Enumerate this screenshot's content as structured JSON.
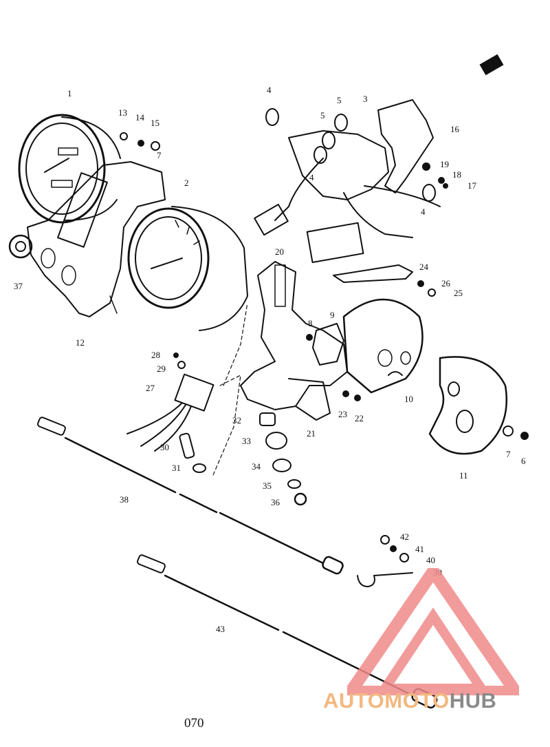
{
  "diagram": {
    "page_number": "070",
    "parts": [
      {
        "id": "p1",
        "text": "1"
      },
      {
        "id": "p2",
        "text": "2"
      },
      {
        "id": "p3",
        "text": "3"
      },
      {
        "id": "p4a",
        "text": "4"
      },
      {
        "id": "p4b",
        "text": "4"
      },
      {
        "id": "p4c",
        "text": "4"
      },
      {
        "id": "p5a",
        "text": "5"
      },
      {
        "id": "p5b",
        "text": "5"
      },
      {
        "id": "p6",
        "text": "6"
      },
      {
        "id": "p7a",
        "text": "7"
      },
      {
        "id": "p7b",
        "text": "7"
      },
      {
        "id": "p8",
        "text": "8"
      },
      {
        "id": "p9",
        "text": "9"
      },
      {
        "id": "p10",
        "text": "10"
      },
      {
        "id": "p11",
        "text": "11"
      },
      {
        "id": "p12",
        "text": "12"
      },
      {
        "id": "p13",
        "text": "13"
      },
      {
        "id": "p14",
        "text": "14"
      },
      {
        "id": "p15",
        "text": "15"
      },
      {
        "id": "p16",
        "text": "16"
      },
      {
        "id": "p17",
        "text": "17"
      },
      {
        "id": "p18",
        "text": "18"
      },
      {
        "id": "p19",
        "text": "19"
      },
      {
        "id": "p20",
        "text": "20"
      },
      {
        "id": "p21",
        "text": "21"
      },
      {
        "id": "p22",
        "text": "22"
      },
      {
        "id": "p23",
        "text": "23"
      },
      {
        "id": "p24",
        "text": "24"
      },
      {
        "id": "p25",
        "text": "25"
      },
      {
        "id": "p26",
        "text": "26"
      },
      {
        "id": "p27",
        "text": "27"
      },
      {
        "id": "p28",
        "text": "28"
      },
      {
        "id": "p29",
        "text": "29"
      },
      {
        "id": "p30",
        "text": "30"
      },
      {
        "id": "p31",
        "text": "31"
      },
      {
        "id": "p32",
        "text": "32"
      },
      {
        "id": "p33",
        "text": "33"
      },
      {
        "id": "p34",
        "text": "34"
      },
      {
        "id": "p35",
        "text": "35"
      },
      {
        "id": "p36",
        "text": "36"
      },
      {
        "id": "p37",
        "text": "37"
      },
      {
        "id": "p38",
        "text": "38"
      },
      {
        "id": "p39",
        "text": "39"
      },
      {
        "id": "p40",
        "text": "40"
      },
      {
        "id": "p41",
        "text": "41"
      },
      {
        "id": "p42",
        "text": "42"
      },
      {
        "id": "p43",
        "text": "43"
      }
    ]
  },
  "watermark": {
    "part_a": "AUTOMOTO",
    "part_b": "HUB",
    "logo_icon": "triangle-logo-icon",
    "color_a": "#f2b880",
    "color_b": "#8a8a8a",
    "logo_color": "#f08a8a"
  }
}
